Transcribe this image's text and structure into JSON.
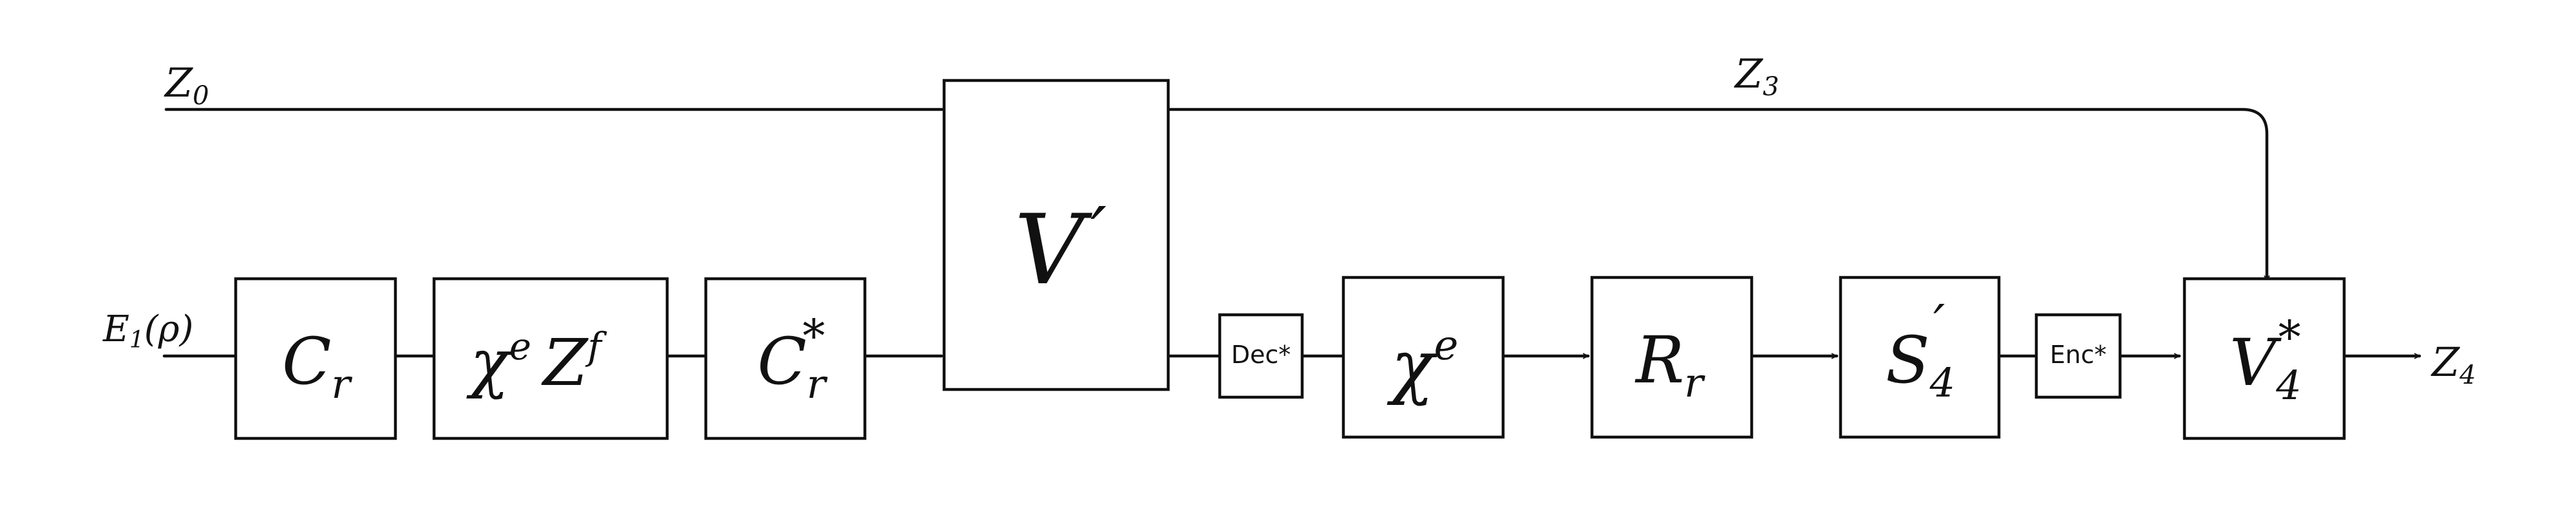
{
  "wires": {
    "top_in": {
      "main": "Z",
      "sub": "0"
    },
    "top_mid": {
      "main": "Z",
      "sub": "3"
    },
    "left_in": {
      "main": "E",
      "sub": "1",
      "tail": "(ρ)"
    },
    "right_out": {
      "main": "Z",
      "sub": "4"
    }
  },
  "blocks": {
    "cr": {
      "main": "C",
      "sub": "r"
    },
    "xz": {
      "a": "χ",
      "a_sup": "e",
      "b": "Z",
      "b_sup": "f"
    },
    "cr_star": {
      "main": "C",
      "sub": "r",
      "sup": "*"
    },
    "v_prime": {
      "main": "V",
      "sup": "′"
    },
    "dec_star": {
      "label": "Dec*"
    },
    "x_e": {
      "main": "χ",
      "sup": "e"
    },
    "rr": {
      "main": "R",
      "sub": "r"
    },
    "s4": {
      "main": "S",
      "sub": "4",
      "sup": "′"
    },
    "enc_star": {
      "label": "Enc*"
    },
    "v4_star": {
      "main": "V",
      "sub": "4",
      "sup": "*"
    }
  },
  "colors": {
    "ink": "#111111",
    "background": "#ffffff"
  }
}
